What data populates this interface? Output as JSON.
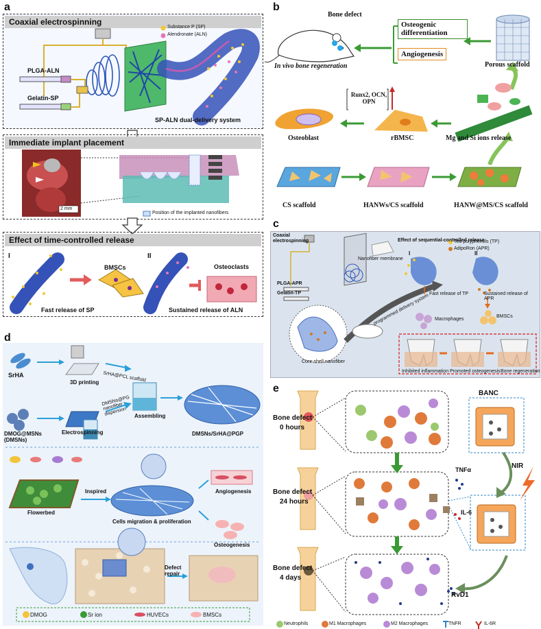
{
  "panel_a": {
    "letter": "a",
    "section1_title": "Coaxial electrospinning",
    "legend_sp": "Substance P (SP)",
    "legend_aln": "Alendronate (ALN)",
    "plga_aln": "PLGA-ALN",
    "gelatin_sp": "Gelatin-SP",
    "dual_delivery": "SP-ALN dual-delivery system",
    "section2_title": "Immediate implant placement",
    "scale_bar": "2 mm",
    "implant_position": "Position of the implanted nanofibers",
    "section3_title": "Effect of time-controlled release",
    "roman1": "I",
    "roman2": "II",
    "bmscs": "BMSCs",
    "osteoclasts": "Osteoclasts",
    "fast_release": "Fast release of SP",
    "sustained_release": "Sustained release of ALN"
  },
  "panel_b": {
    "letter": "b",
    "bone_defect": "Bone defect",
    "in_vivo": "In vivo bone regeneration",
    "osteogenic": "Osteogenic differentiation",
    "angiogenesis": "Angiogenesis",
    "porous_scaffold": "Porous scaffold",
    "markers": "Runx2, OCN, OPN",
    "osteoblast": "Osteoblast",
    "rbmsc": "rBMSC",
    "mg_si": "Mg and Si ions release",
    "cs_scaffold": "CS scaffold",
    "hanws": "HANWs/CS scaffold",
    "hanw_ms": "HANW@MS/CS scaffold"
  },
  "panel_c": {
    "letter": "c",
    "coaxial": "Coaxial electrospinning",
    "nanofiber_membrane": "Nanofiber membrane",
    "effect_title": "Effect of sequential-controlled release",
    "legend_tp": "Tea polyphenols (TP)",
    "legend_apr": "AdipoRon (APR)",
    "plga_apr": "PLGA-APR",
    "gelatin_tp": "Gelatin-TP",
    "roman1": "I",
    "roman2": "II",
    "fast_tp": "Fast release of TP",
    "sustained_apr": "Sustained release of APR",
    "macrophages": "Macrophages",
    "bmscs": "BMSCs",
    "core_shell": "Core-shell nanofiber",
    "delivery": "programmed delivery system",
    "inhibited": "Inhibited inflammation",
    "promoted": "Promoted osteogenesis",
    "regeneration": "Bone regeneration"
  },
  "panel_d": {
    "letter": "d",
    "srha": "SrHA",
    "printing": "3D printing",
    "srha_pcl": "SrHA@PCL scaffold",
    "dmog_msns": "DMOG@MSNs (DMSNs)",
    "electrospinning": "Electrospinning",
    "dispersion": "DMSNs@PG nanofiber dispersion",
    "assembling": "Assembling",
    "product": "DMSNs/SrHA@PGP",
    "flowerbed": "Flowerbed",
    "inspired": "Inspired",
    "cells": "Cells migration & proliferation",
    "angiogenesis": "Angiogenesis",
    "osteogenesis": "Osteogenesis",
    "defect_repair": "Defect repair",
    "legend": [
      "DMOG",
      "Sr ion",
      "HUVECs",
      "BMSCs"
    ]
  },
  "panel_e": {
    "letter": "e",
    "stage1": "Bone defect 0 hours",
    "stage1_a": "Bone defect",
    "stage1_b": "0 hours",
    "stage2_a": "Bone defect",
    "stage2_b": "24 hours",
    "stage3_a": "Bone defect",
    "stage3_b": "4 days",
    "banc": "BANC",
    "tnfa": "TNFα",
    "il6": "IL-6",
    "nir": "NIR",
    "rvd1": "RvD1",
    "legend": [
      "Neutrophils",
      "M1 Macrophages",
      "M2 Macrophages",
      "TNFR",
      "IL-6R"
    ]
  },
  "colors": {
    "green_arrow": "#3a9a34",
    "orange_box": "#e08a1e",
    "header_gray": "#cfcfcf",
    "blue_fiber": "#2a55b8",
    "red_dash": "#d21f1f"
  }
}
